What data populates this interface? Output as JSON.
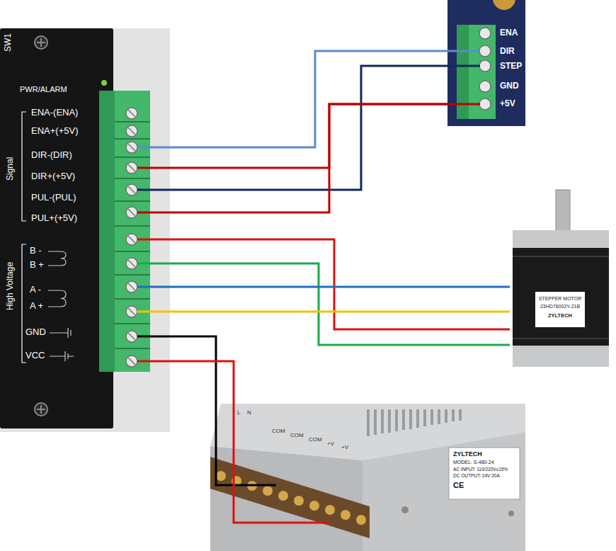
{
  "diagram": {
    "nodes": [
      {
        "text": [
          "SW1",
          "PWR/ALARM",
          "ENA-(ENA)",
          "ENA+(+5V)",
          "DIR-(DIR)",
          "DIR+(+5V)",
          "PUL-(PUL)",
          "PUL+(+5V)",
          "Signal",
          "B -",
          "B +",
          "A -",
          "A +",
          "GND",
          "VCC",
          "High Voltage"
        ]
      },
      {
        "text": [
          "ENA",
          "DIR",
          "STEP",
          "GND",
          "+5V"
        ]
      },
      {
        "text": [
          "STEPPER MOTOR",
          "23HD76002Y-21B",
          "ZYLTECH"
        ]
      },
      {
        "text": [
          "L",
          "N",
          "COM",
          "COM",
          "COM",
          "+V",
          "+V",
          "ZYLTECH",
          "MODEL: S-480-24",
          "AC INPUT: 110/220V±15%",
          "DC OUTPUT: 24V 20A",
          "CE"
        ]
      }
    ],
    "edges": [
      {
        "from": 0,
        "to": 1,
        "arrow": "none"
      },
      {
        "from": 0,
        "to": 1,
        "arrow": "none"
      },
      {
        "from": 0,
        "to": 1,
        "arrow": "none"
      },
      {
        "from": 0,
        "to": 1,
        "arrow": "none"
      },
      {
        "from": 0,
        "to": 2,
        "arrow": "none"
      },
      {
        "from": 0,
        "to": 2,
        "arrow": "none"
      },
      {
        "from": 0,
        "to": 2,
        "arrow": "none"
      },
      {
        "from": 0,
        "to": 2,
        "arrow": "none"
      },
      {
        "from": 0,
        "to": 3,
        "arrow": "none"
      },
      {
        "from": 0,
        "to": 3,
        "arrow": "none"
      }
    ]
  }
}
